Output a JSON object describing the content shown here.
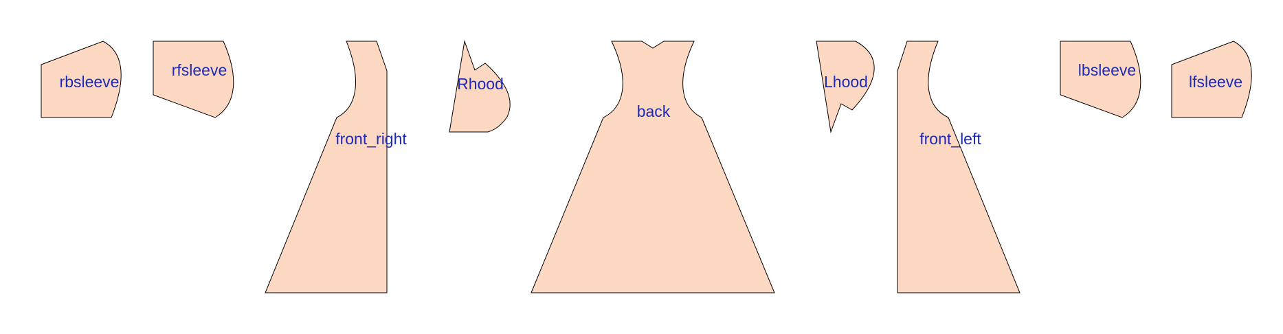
{
  "colors": {
    "piece_fill": "#FDD9C3",
    "piece_stroke": "#000000",
    "label": "#1E2AB8",
    "background": "#FFFFFF"
  },
  "pieces": {
    "rbsleeve": {
      "label": "rbsleeve"
    },
    "rfsleeve": {
      "label": "rfsleeve"
    },
    "front_right": {
      "label": "front_right"
    },
    "rhood": {
      "label": "Rhood"
    },
    "back": {
      "label": "back"
    },
    "lhood": {
      "label": "Lhood"
    },
    "front_left": {
      "label": "front_left"
    },
    "lbsleeve": {
      "label": "lbsleeve"
    },
    "lfsleeve": {
      "label": "lfsleeve"
    }
  }
}
